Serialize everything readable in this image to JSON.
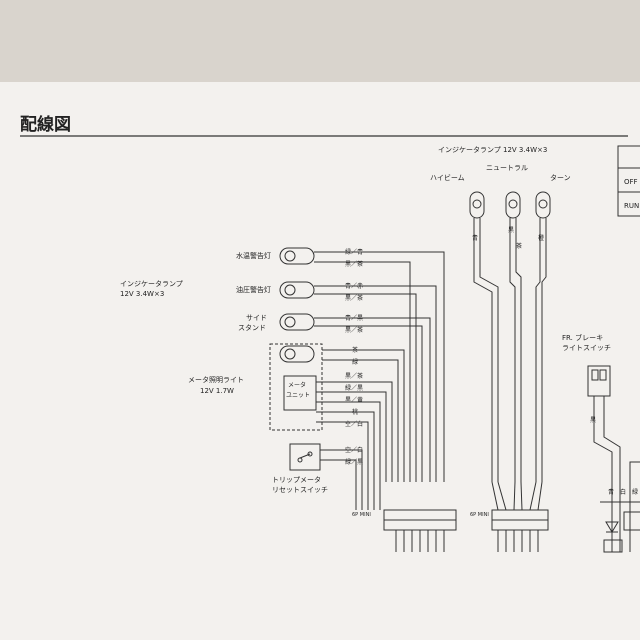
{
  "page": {
    "title": "配線図"
  },
  "labels": {
    "indicator_top": "インジケータランプ 12V  3.4W×3",
    "high_beam": "ハイビーム",
    "neutral": "ニュートラル",
    "turn": "ターン",
    "water_temp": "水温警告灯",
    "indicator_left_1": "インジケータランプ",
    "indicator_left_2": "12V  3.4W×3",
    "oil_pressure": "油圧警告灯",
    "side_stand_1": "サイド",
    "side_stand_2": "スタンド",
    "meter_light_1": "メータ照明ライト",
    "meter_light_2": "12V  1.7W",
    "meter_unit_1": "メータ",
    "meter_unit_2": "ユニット",
    "trip_1": "トリップメータ",
    "trip_2": "リセットスイッチ",
    "fr_brake_1": "FR. ブレーキ",
    "fr_brake_2": "ライトスイッチ",
    "sp_mini_1": "6P MINI",
    "sp_mini_2": "6P MINI",
    "off": "OFF",
    "run": "RUN"
  },
  "wires": {
    "water": "緑／青",
    "water2": "黒／茶",
    "oil": "青／赤",
    "oil2": "黒／茶",
    "side": "青／黒",
    "side2": "黒／茶",
    "m1": "茶",
    "m2": "緑",
    "m3": "黒／茶",
    "m4": "緑／黒",
    "m5": "黒／黄",
    "m6": "桃",
    "m7": "空／白",
    "t1": "空／白",
    "t2": "緑／黒",
    "hb": "青",
    "nt1": "黒",
    "nt2": "茶",
    "tn": "橙",
    "br1": "黒",
    "br2": "青",
    "br3": "白",
    "br4": "緑"
  }
}
